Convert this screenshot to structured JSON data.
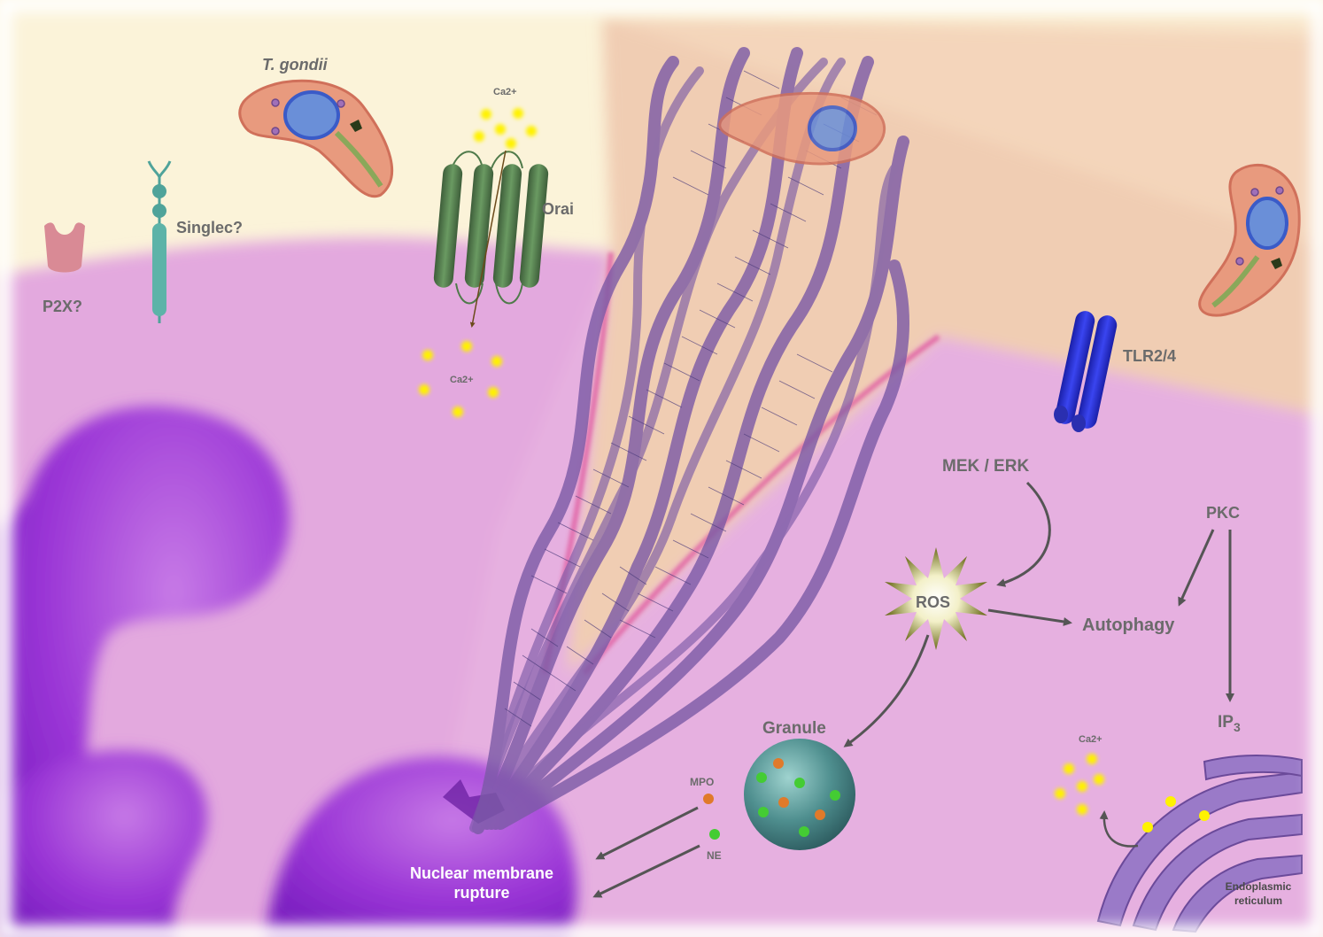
{
  "labels": {
    "tgondii": "T. gondii",
    "ca_top": "Ca2+",
    "orai": "Orai",
    "singlec": "Singlec?",
    "p2x": "P2X?",
    "ca_mid": "Ca2+",
    "tlr": "TLR2/4",
    "mek_erk": "MEK / ERK",
    "pkc": "PKC",
    "ros": "ROS",
    "autophagy": "Autophagy",
    "ip3_main": "IP",
    "ip3_sub": "3",
    "granule": "Granule",
    "mpo": "MPO",
    "ne": "NE",
    "nuclear_line1": "Nuclear membrane",
    "nuclear_line2": "rupture",
    "ca_er": "Ca2+",
    "er_line1": "Endoplasmic",
    "er_line2": "reticulum"
  },
  "colors": {
    "background_extracellular": "#fbf3d9",
    "cytoplasm": "#e6b0e0",
    "nucleus": "#9b2fd6",
    "net_strand": "#7b5aa6",
    "calcium": "#fff200",
    "orai": "#4f7a4a",
    "siglec": "#4fa39a",
    "p2x": "#d98a95",
    "tlr": "#2a2fd0",
    "arrow": "#555555",
    "granule": "#4a8a8a",
    "mpo_dot": "#e07a2a",
    "ne_dot": "#44cc33",
    "parasite": "#e89a7e"
  }
}
